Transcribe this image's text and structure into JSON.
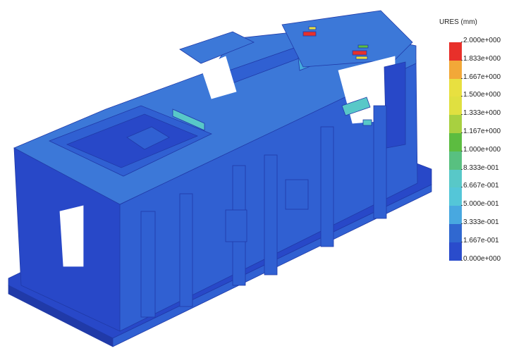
{
  "legend": {
    "title": "URES (mm)",
    "ticks": [
      "2.000e+000",
      "1.833e+000",
      "1.667e+000",
      "1.500e+000",
      "1.333e+000",
      "1.167e+000",
      "1.000e+000",
      "8.333e-001",
      "6.667e-001",
      "5.000e-001",
      "3.333e-001",
      "1.667e-001",
      "0.000e+000"
    ],
    "colors": [
      "#e8302a",
      "#f2a838",
      "#e8e040",
      "#e0e040",
      "#a8d040",
      "#5cbc40",
      "#58c080",
      "#58c8c8",
      "#54c6d8",
      "#48a8e0",
      "#3068d0",
      "#2a4ccc"
    ]
  },
  "model": {
    "palette": {
      "deep": "#2848c8",
      "mid": "#3060d2",
      "light": "#3c78d8",
      "cyan": "#44a8dc",
      "teal": "#58c8c8",
      "edge": "#203aa8"
    }
  }
}
